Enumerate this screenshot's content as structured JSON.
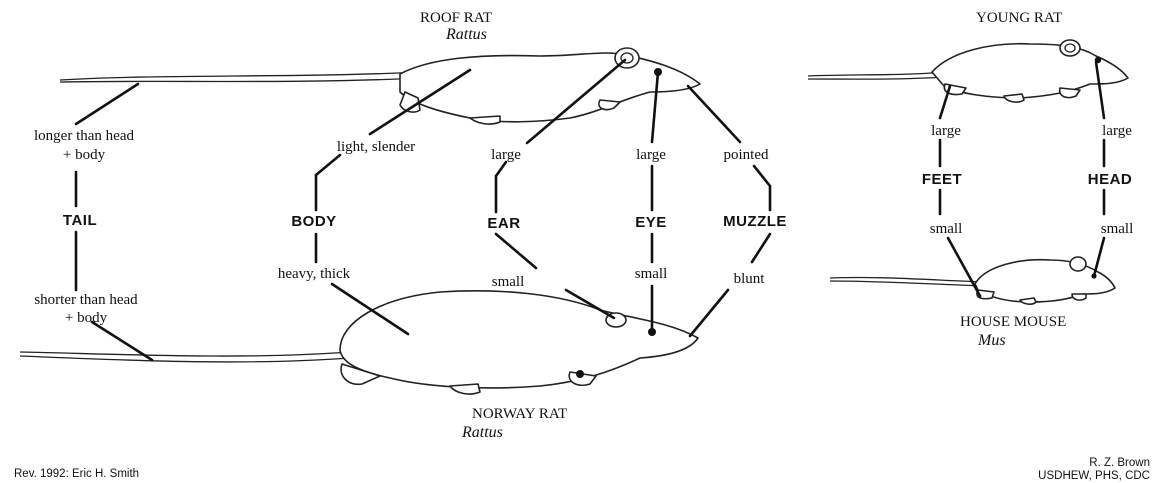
{
  "titles": {
    "roof_rat": "ROOF RAT",
    "roof_rat_genus": "Rattus",
    "norway_rat": "NORWAY RAT",
    "norway_rat_genus": "Rattus",
    "young_rat": "YOUNG RAT",
    "house_mouse": "HOUSE MOUSE",
    "house_mouse_genus": "Mus"
  },
  "features": {
    "tail": {
      "label": "TAIL",
      "roof_line1": "longer than head",
      "roof_line2": "+ body",
      "norway_line1": "shorter than head",
      "norway_line2": "+ body"
    },
    "body": {
      "label": "BODY",
      "roof": "light, slender",
      "norway": "heavy, thick"
    },
    "ear": {
      "label": "EAR",
      "roof": "large",
      "norway": "small"
    },
    "eye": {
      "label": "EYE",
      "roof": "large",
      "norway": "small"
    },
    "muzzle": {
      "label": "MUZZLE",
      "roof": "pointed",
      "norway": "blunt"
    },
    "feet": {
      "label": "FEET",
      "young": "large",
      "mouse": "small"
    },
    "head": {
      "label": "HEAD",
      "young": "large",
      "mouse": "small"
    }
  },
  "credits": {
    "revision": "Rev. 1992: Eric H. Smith",
    "author": "R. Z. Brown",
    "agency": "USDHEW, PHS, CDC"
  }
}
